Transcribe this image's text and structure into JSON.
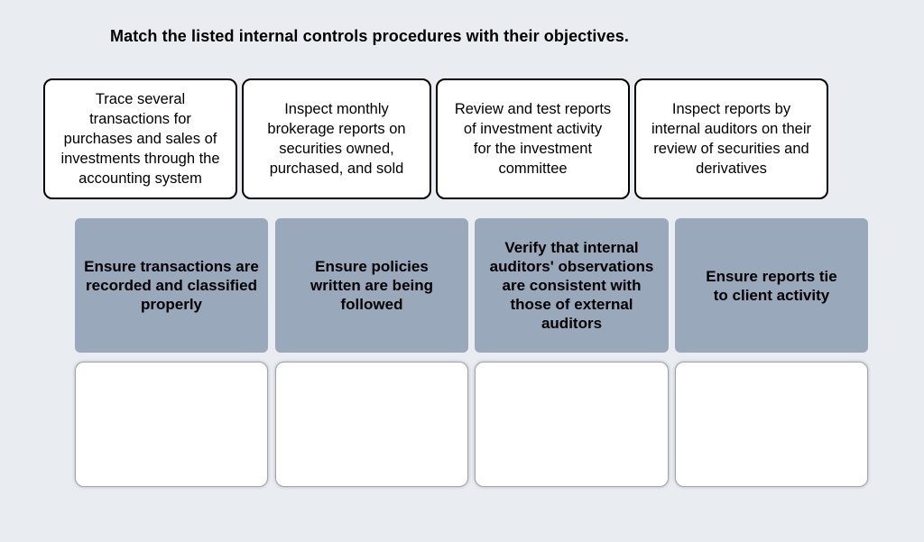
{
  "title": "Match the listed internal controls procedures with their objectives.",
  "colors": {
    "background": "#e9ecf1",
    "card_background": "#ffffff",
    "card_border": "#000000",
    "objective_background": "#9aa8bc",
    "dropzone_border": "#a2a6ac",
    "text": "#000000"
  },
  "procedures": [
    {
      "label": "Trace several transactions for purchases and sales of investments through the accounting system"
    },
    {
      "label": "Inspect monthly brokerage reports on securities owned, purchased, and sold"
    },
    {
      "label": "Review and test reports of investment activity for the investment committee"
    },
    {
      "label": "Inspect reports by internal auditors on their review of securities and derivatives"
    }
  ],
  "objectives": [
    {
      "label": "Ensure transactions are recorded and classified properly"
    },
    {
      "label": "Ensure policies written are being followed"
    },
    {
      "label": "Verify that internal auditors' observations are consistent with those of external auditors"
    },
    {
      "label": "Ensure reports tie to client activity"
    }
  ],
  "drop_zones": [
    {
      "value": ""
    },
    {
      "value": ""
    },
    {
      "value": ""
    },
    {
      "value": ""
    }
  ]
}
